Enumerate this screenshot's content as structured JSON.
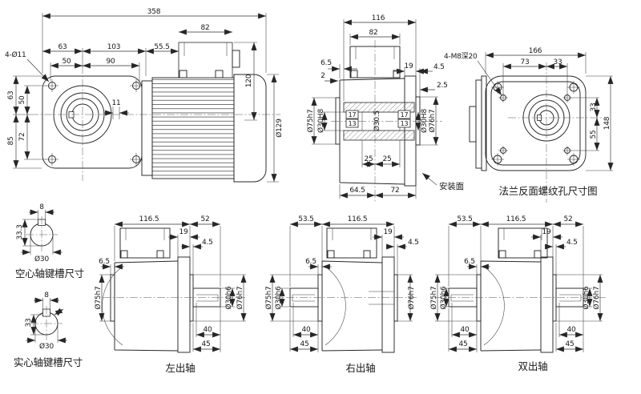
{
  "front_view": {
    "overall_length": "358",
    "terminal_box_width": "82",
    "flange_left_to_center": "63",
    "center_to_gearbox_end": "103",
    "gearbox_to_box": "55.5",
    "hole_offset_left": "50",
    "hole_offset_right": "90",
    "bolt_holes_note": "4-Ø11",
    "top_to_center": "63",
    "hole_offset_top": "50",
    "hole_offset_bottom": "72",
    "center_to_bottom": "85",
    "keyway_width": "11",
    "terminal_box_height": "120",
    "motor_diameter": "Ø129"
  },
  "section_view": {
    "overall_width": "116",
    "terminal_box_width": "82",
    "box_offset": "6.5",
    "edge_step": "2",
    "flange_thickness": "19",
    "spigot_depth": "4.5",
    "face_step": "2.5",
    "boss_dia": "Ø75h7",
    "bore_dia_left": "Ø30H8",
    "groove_top_left": "17",
    "groove_bottom_left": "13",
    "bore_mid_dia": "Ø30.5",
    "groove_top_right": "17",
    "groove_bottom_right": "13",
    "bore_dia_right": "Ø30H8",
    "spigot_dia": "Ø76h7",
    "key_len_left": "25",
    "key_len_right": "25",
    "left_to_center": "64.5",
    "center_to_face": "72",
    "mounting_face_label": "安装面"
  },
  "rear_flange_view": {
    "thread_note": "4-M8深20",
    "overall_width": "166",
    "hole_left_to_center": "73",
    "center_to_hole_right": "33",
    "center_to_hole_top": "33",
    "center_to_hole_bottom": "55",
    "overall_height": "148",
    "caption": "法兰反面螺纹孔尺寸图"
  },
  "keyway_hollow": {
    "key_width": "8",
    "keyway_height": "33.3",
    "bore_dia": "Ø30",
    "caption": "空心轴键槽尺寸"
  },
  "keyway_solid": {
    "key_width": "8",
    "keyway_height": "33",
    "shaft_dia": "Ø30",
    "caption": "实心轴键槽尺寸"
  },
  "left_shaft_view": {
    "body_length": "116.5",
    "shaft_length": "52",
    "flange_thickness": "19",
    "spigot_depth": "4.5",
    "boss_depth": "6.5",
    "boss_dia": "Ø75h7",
    "shaft_dia": "Ø30h6",
    "spigot_dia": "Ø76h7",
    "key_length": "40",
    "shaft_ext": "45",
    "caption": "左出轴"
  },
  "right_shaft_view": {
    "shaft_length": "53.5",
    "body_length": "116.5",
    "flange_thickness": "19",
    "spigot_depth": "4.5",
    "boss_depth": "6.5",
    "boss_dia": "Ø75h7",
    "shaft_dia": "Ø30h6",
    "spigot_dia": "Ø76h7",
    "key_length": "40",
    "shaft_ext": "45",
    "caption": "右出轴"
  },
  "double_shaft_view": {
    "shaft_length_left": "53.5",
    "body_length": "116.5",
    "shaft_length_right": "52",
    "flange_thickness": "19",
    "spigot_depth": "4.5",
    "boss_depth": "6.5",
    "boss_dia": "Ø75h7",
    "shaft_dia_left": "Ø30h6",
    "shaft_dia_right": "Ø30h6",
    "spigot_dia": "Ø76h7",
    "key_length_left": "40",
    "shaft_ext_left": "45",
    "key_length_right": "40",
    "shaft_ext_right": "45",
    "caption": "双出轴"
  }
}
